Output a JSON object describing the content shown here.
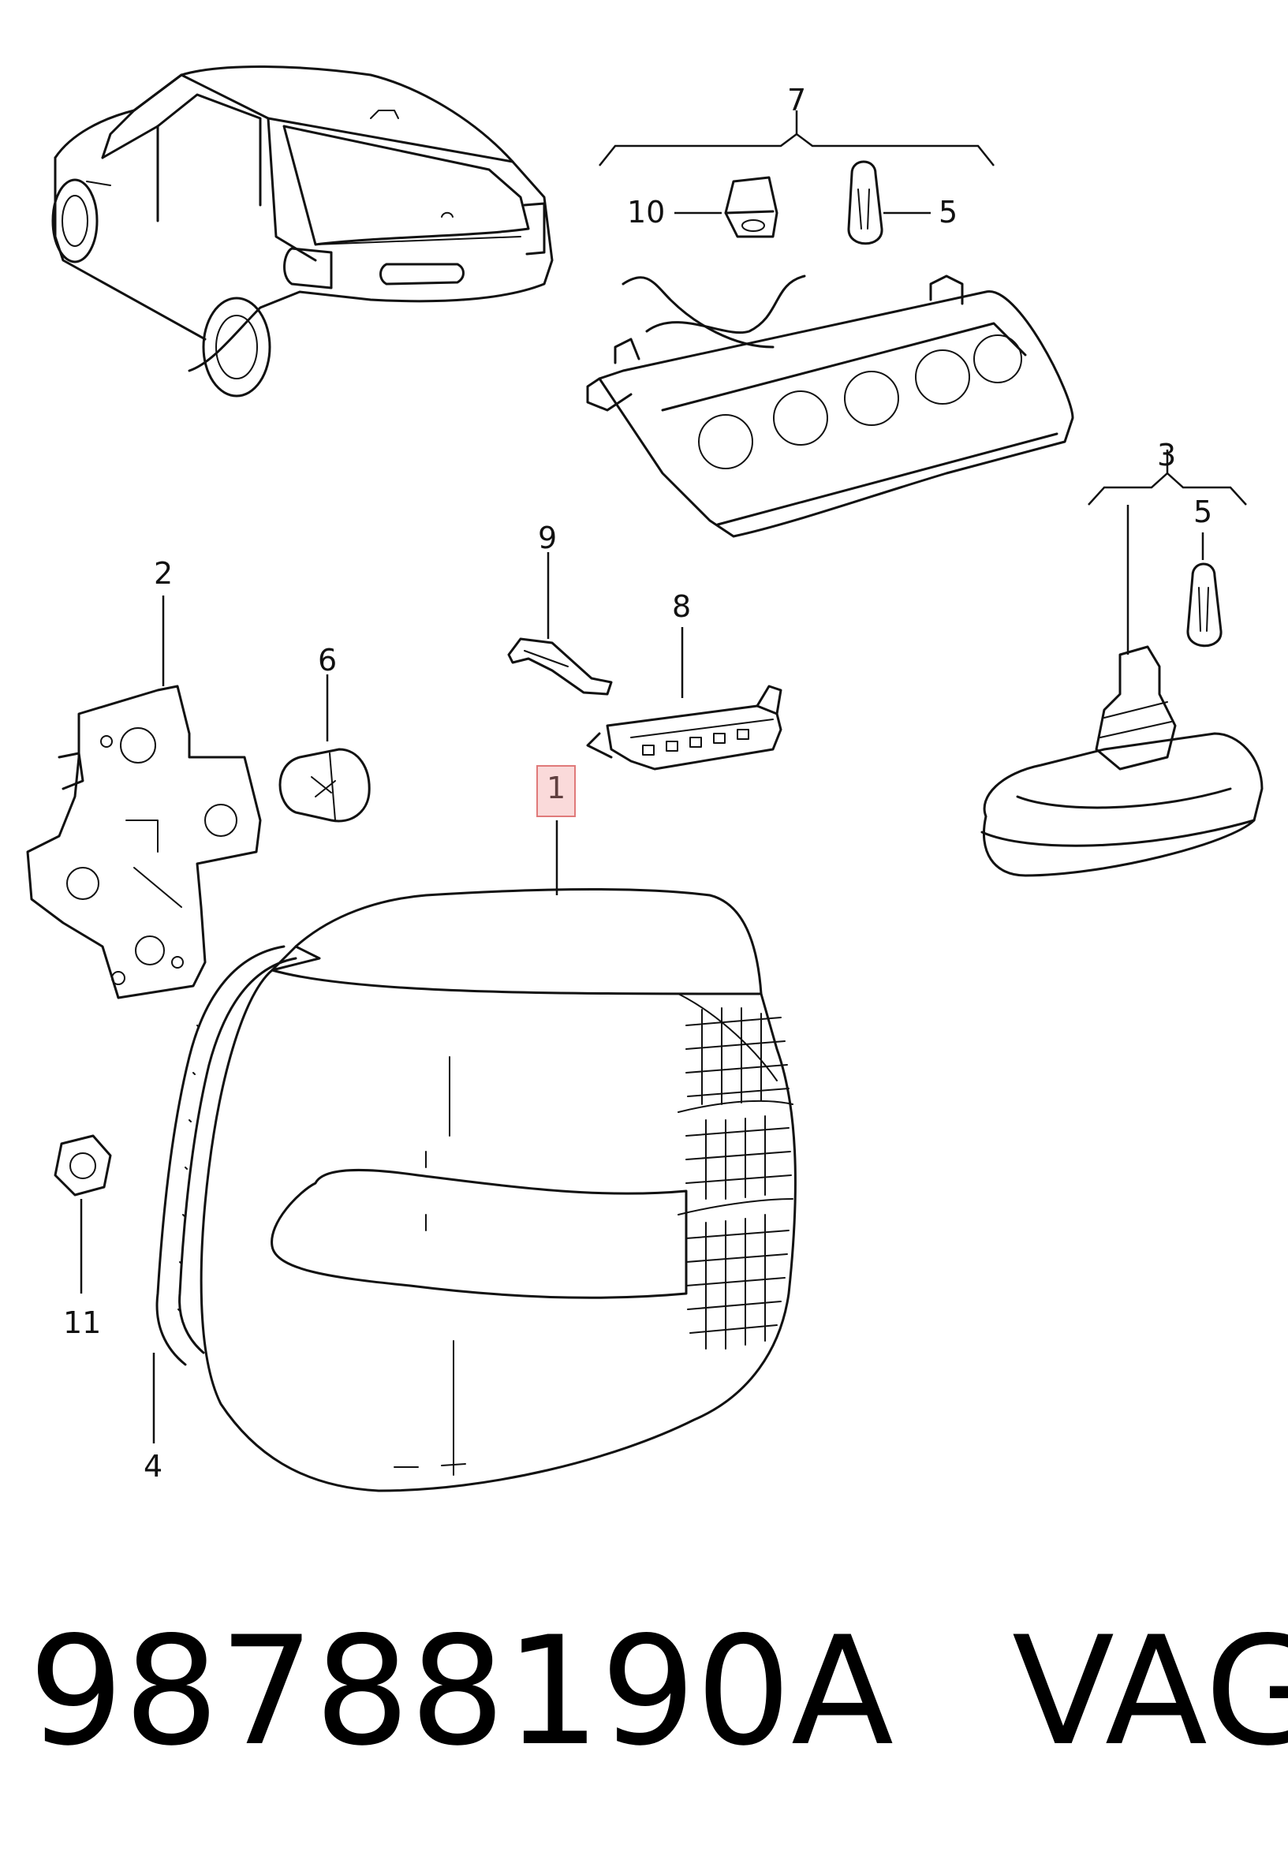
{
  "callouts": {
    "c1": "1",
    "c2": "2",
    "c3": "3",
    "c4": "4",
    "c5a": "5",
    "c5b": "5",
    "c6": "6",
    "c7": "7",
    "c8": "8",
    "c9": "9",
    "c10": "10",
    "c11": "11"
  },
  "footer": {
    "part_number": "98788190A",
    "brand": "VAG"
  },
  "colors": {
    "line": "#111111",
    "highlight": "#e07a7a"
  }
}
